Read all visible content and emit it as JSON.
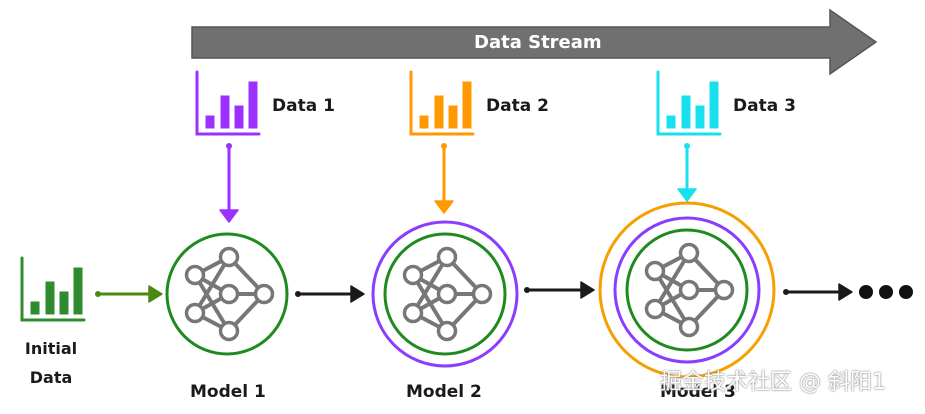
{
  "stream": {
    "label": "Data Stream",
    "color": "#707070"
  },
  "datasets": [
    {
      "label": "Data 1",
      "color": "#9b30ff"
    },
    {
      "label": "Data 2",
      "color": "#ff9900"
    },
    {
      "label": "Data 3",
      "color": "#19e0ef"
    }
  ],
  "initial": {
    "line1": "Initial",
    "line2": "Data",
    "color": "#2e8b2e"
  },
  "models": [
    {
      "label": "Model 1",
      "rings": [
        "#1f8a1f"
      ]
    },
    {
      "label": "Model 2",
      "rings": [
        "#1f8a1f",
        "#8a3cff"
      ]
    },
    {
      "label": "Model 3",
      "rings": [
        "#1f8a1f",
        "#8a3cff",
        "#f5a000"
      ]
    }
  ],
  "colors": {
    "node": "#777777",
    "arrow": "#1a1a1a",
    "green_arrow": "#4a8a12"
  },
  "watermark": "掘金技术社区 @ 斜阳1"
}
